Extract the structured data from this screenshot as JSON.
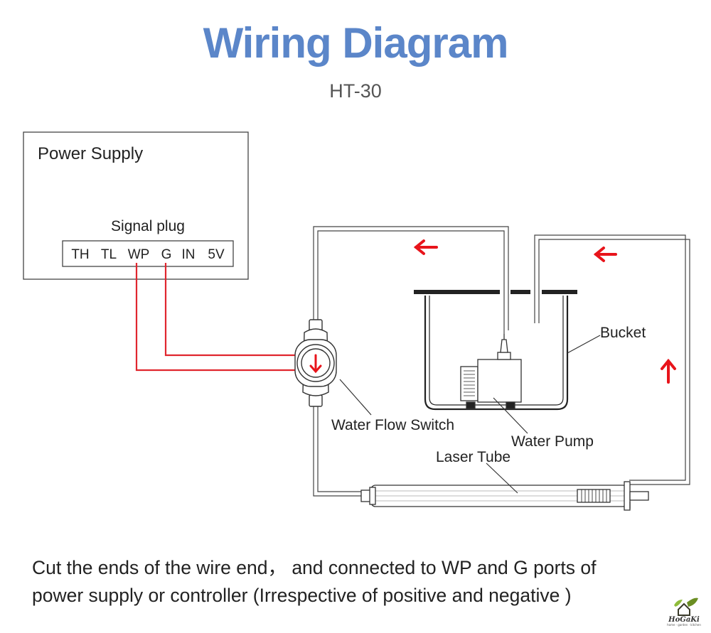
{
  "title": "Wiring Diagram",
  "subtitle": "HT-30",
  "colors": {
    "title": "#5b86c9",
    "wire": "#e0262e",
    "arrow": "#e8141b",
    "line": "#333333",
    "pipe": "#444444"
  },
  "power_supply": {
    "label": "Power Supply",
    "signal_plug_label": "Signal plug",
    "ports": [
      "TH",
      "TL",
      "WP",
      "G",
      "IN",
      "5V"
    ]
  },
  "labels": {
    "bucket": "Bucket",
    "water_flow_switch": "Water Flow Switch",
    "water_pump": "Water Pump",
    "laser_tube": "Laser Tube"
  },
  "footer": {
    "line1": "Cut the ends of the wire end， and connected to WP and G ports of",
    "line2": "power supply or controller (Irrespective of positive and negative )"
  },
  "logo": {
    "brand": "HoGaKi",
    "tagline": "home · garden · kitchen",
    "icon": "leaf-house-icon"
  }
}
